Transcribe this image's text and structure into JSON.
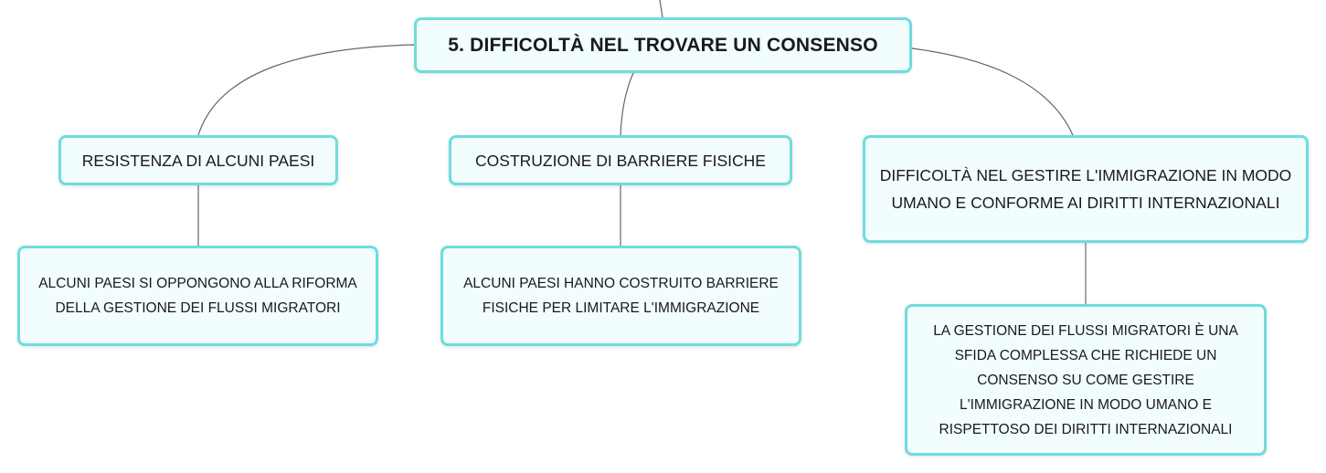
{
  "root": {
    "label": "5. DIFFICOLTÀ NEL TROVARE UN CONSENSO"
  },
  "topics": [
    {
      "label": "RESISTENZA DI ALCUNI PAESI",
      "detail": "ALCUNI PAESI SI OPPONGONO ALLA RIFORMA DELLA GESTIONE DEI FLUSSI MIGRATORI"
    },
    {
      "label": "COSTRUZIONE DI BARRIERE FISICHE",
      "detail": "ALCUNI PAESI HANNO COSTRUITO BARRIERE FISICHE PER LIMITARE L'IMMIGRAZIONE"
    },
    {
      "label": "DIFFICOLTÀ NEL GESTIRE L'IMMIGRAZIONE IN MODO UMANO E CONFORME AI DIRITTI INTERNAZIONALI",
      "detail": "LA GESTIONE DEI FLUSSI MIGRATORI È UNA SFIDA COMPLESSA CHE RICHIEDE UN CONSENSO SU COME GESTIRE L'IMMIGRAZIONE IN MODO UMANO E RISPETTOSO DEI DIRITTI INTERNAZIONALI"
    }
  ],
  "colors": {
    "node_border": "#6fdcdf",
    "node_fill": "#f2fdfd",
    "connector": "#666666",
    "text": "#1a1a1a"
  }
}
